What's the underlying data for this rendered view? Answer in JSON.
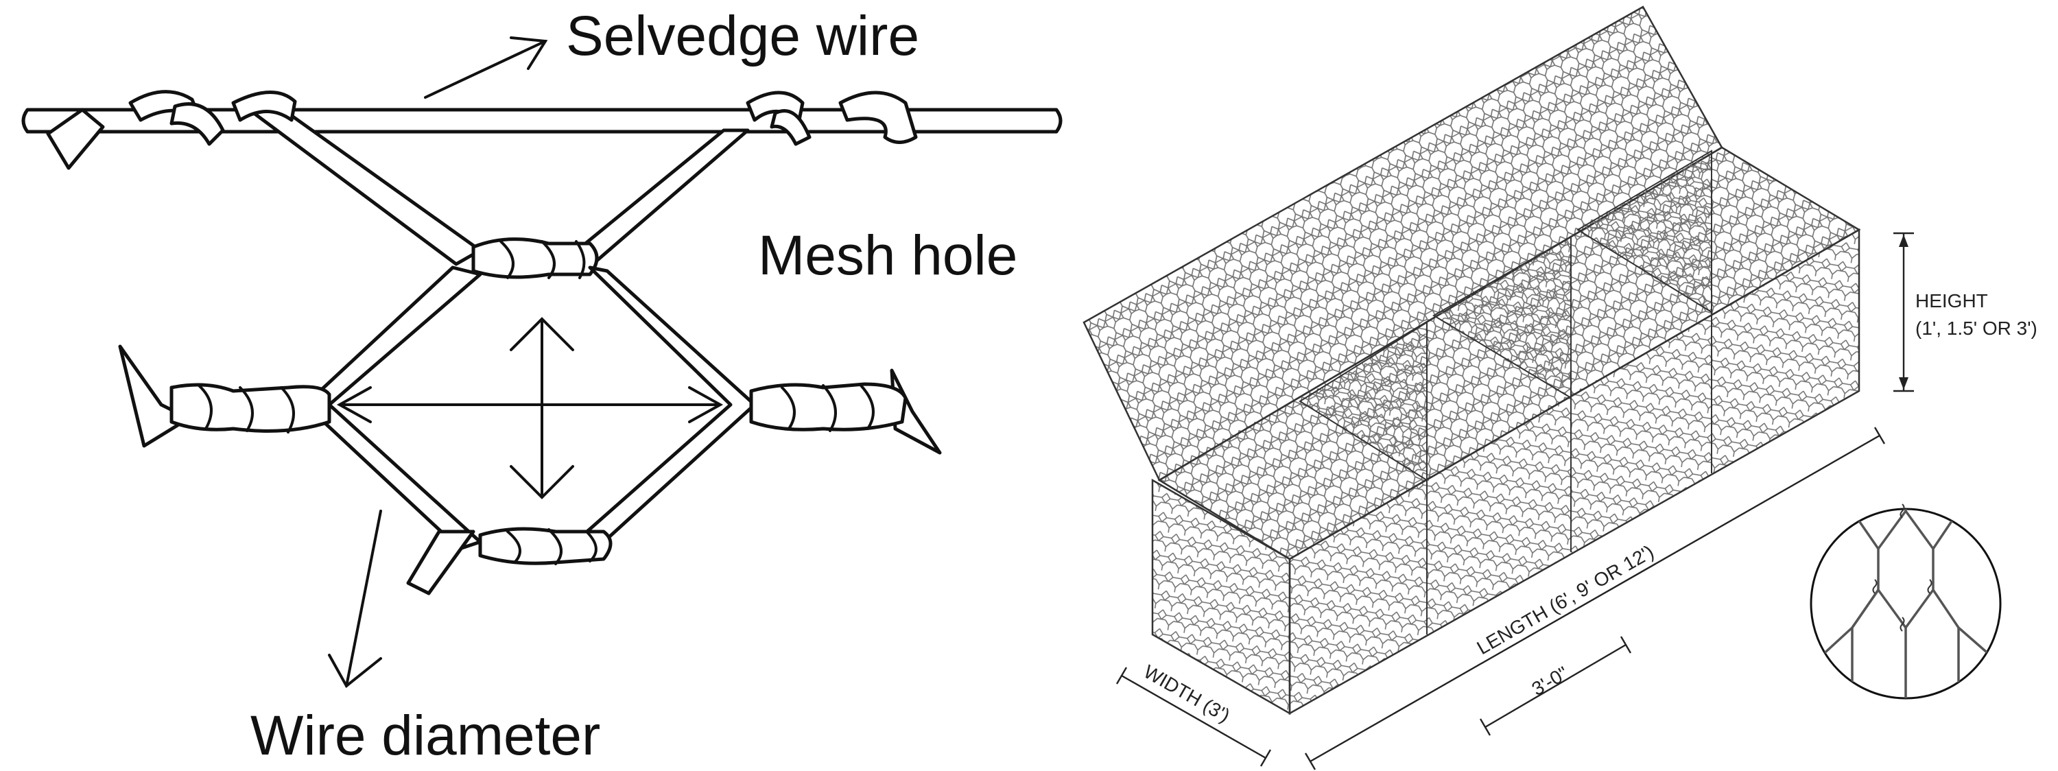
{
  "detail": {
    "labels": {
      "selvedge": "Selvedge wire",
      "mesh_hole": "Mesh hole",
      "wire_diameter": "Wire diameter"
    }
  },
  "gabion": {
    "height_label": "HEIGHT",
    "height_values": "(1', 1.5' OR 3')",
    "length_label": "LENGTH (6', 9' OR 12')",
    "width_label": "WIDTH (3')",
    "spacing_label": "3'-0\""
  },
  "colors": {
    "line": "#111111",
    "mesh": "#777777",
    "background": "#ffffff"
  }
}
